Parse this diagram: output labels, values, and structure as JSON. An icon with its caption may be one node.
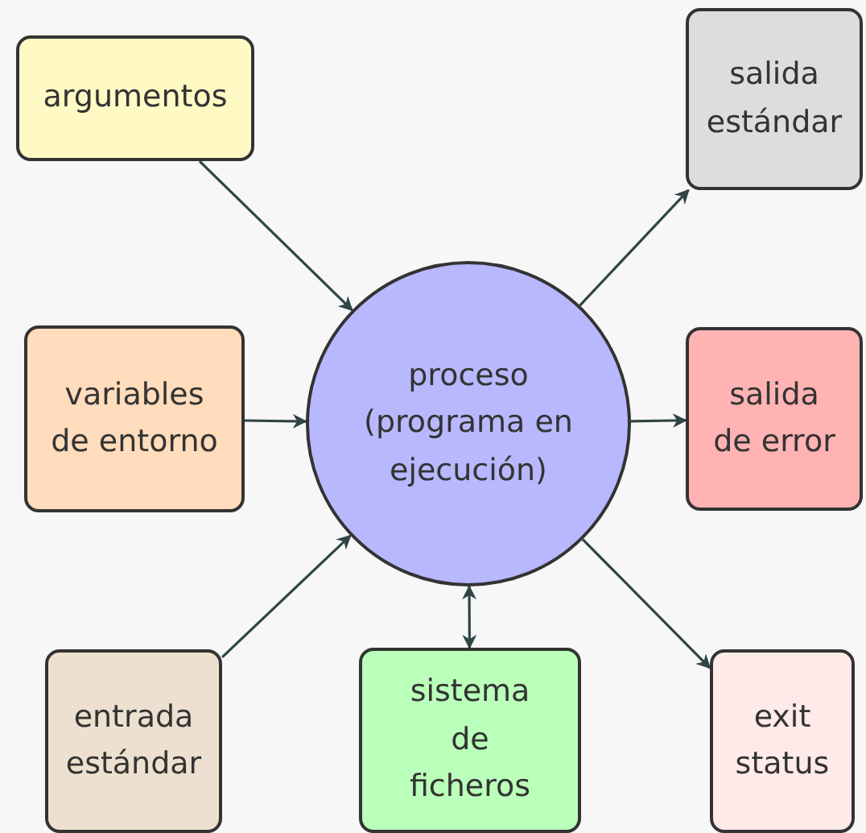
{
  "diagram": {
    "nodes": [
      {
        "text": [
          "argumentos"
        ]
      },
      {
        "text": [
          "salida estándar"
        ]
      },
      {
        "text": [
          "variables de entorno"
        ]
      },
      {
        "text": [
          "proceso (programa en ejecución)"
        ]
      },
      {
        "text": [
          "salida de error"
        ]
      },
      {
        "text": [
          "entrada estándar"
        ]
      },
      {
        "text": [
          "sistema de ficheros"
        ]
      },
      {
        "text": [
          "exit status"
        ]
      }
    ],
    "edges": [
      {
        "from": 0,
        "to": 3,
        "arrow": "to"
      },
      {
        "from": 3,
        "to": 1,
        "arrow": "to"
      },
      {
        "from": 2,
        "to": 3,
        "arrow": "to"
      },
      {
        "from": 3,
        "to": 4,
        "arrow": "to"
      },
      {
        "from": 5,
        "to": 3,
        "arrow": "to"
      },
      {
        "from": 3,
        "to": 6,
        "arrow": "both"
      },
      {
        "from": 3,
        "to": 7,
        "arrow": "to"
      }
    ]
  }
}
